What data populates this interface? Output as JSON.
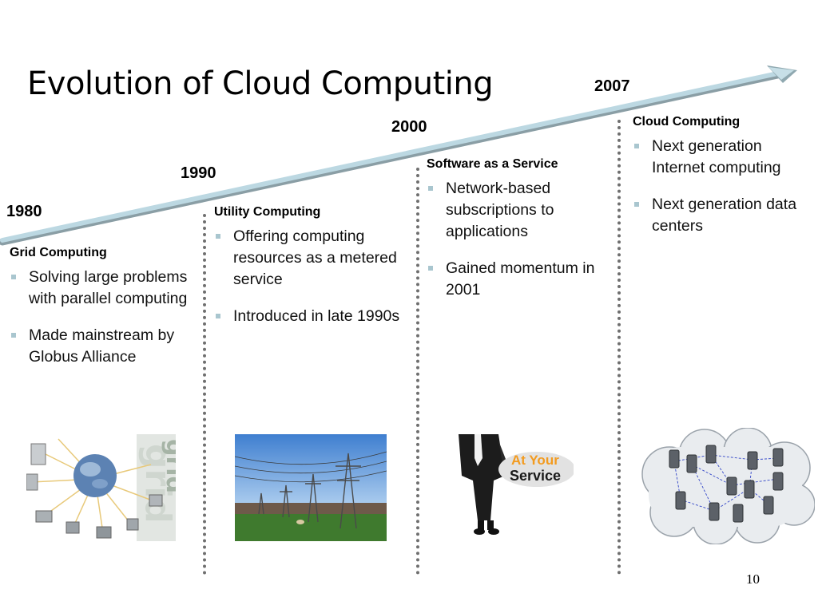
{
  "slide": {
    "title": "Evolution of Cloud Computing",
    "page_number": "10"
  },
  "timeline": {
    "years": [
      "1980",
      "1990",
      "2000",
      "2007"
    ],
    "arrow_color": "#bcd8e2"
  },
  "columns": [
    {
      "heading": "Grid Computing",
      "bullets": [
        "Solving large problems with parallel computing",
        "Made mainstream by Globus Alliance"
      ],
      "image_icon": "grid-network-icon"
    },
    {
      "heading": "Utility Computing",
      "bullets": [
        "Offering computing resources as a metered service",
        "Introduced in late 1990s"
      ],
      "image_icon": "power-lines-photo"
    },
    {
      "heading": "Software as a Service",
      "bullets": [
        "Network-based subscriptions to applications",
        "Gained momentum in 2001"
      ],
      "image_icon": "at-your-service-photo",
      "image_text": [
        "At Your",
        "Service"
      ]
    },
    {
      "heading": "Cloud Computing",
      "bullets": [
        "Next generation Internet computing",
        "Next generation data centers"
      ],
      "image_icon": "server-cloud-icon"
    }
  ],
  "colors": {
    "bullet": "#a9c6cf",
    "divider": "#6f6f6f",
    "service_text": "#f39b1f"
  }
}
